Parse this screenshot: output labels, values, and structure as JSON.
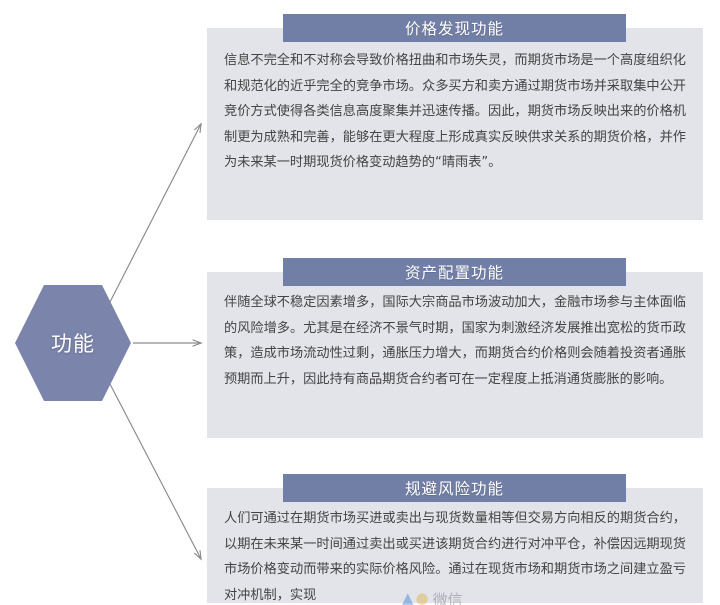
{
  "diagram": {
    "root": {
      "label": "功能",
      "shape": "hexagon",
      "fill": "#7b84ab",
      "text_color": "#ffffff"
    },
    "colors": {
      "header_bar": "#717ea6",
      "card_background": "#e3e4e9",
      "body_text": "#444444",
      "connector": "#8a8a8a",
      "page_background": "#ffffff"
    },
    "connectors": [
      {
        "name": "arrow-to-price-discovery",
        "from": "功能",
        "to": "价格发现功能",
        "direction": "up-right"
      },
      {
        "name": "arrow-to-asset-allocation",
        "from": "功能",
        "to": "资产配置功能",
        "direction": "right"
      },
      {
        "name": "arrow-to-risk-avoidance",
        "from": "功能",
        "to": "规避风险功能",
        "direction": "down-right"
      }
    ],
    "cards": [
      {
        "id": "price-discovery",
        "title": "价格发现功能",
        "text": "信息不完全和不对称会导致价格扭曲和市场失灵，而期货市场是一个高度组织化和规范化的近乎完全的竞争市场。众多买方和卖方通过期货市场并采取集中公开竞价方式使得各类信息高度聚集并迅速传播。因此，期货市场反映出来的价格机制更为成熟和完善，能够在更大程度上形成真实反映供求关系的期货价格，并作为未来某一时期现货价格变动趋势的“晴雨表”。"
      },
      {
        "id": "asset-allocation",
        "title": "资产配置功能",
        "text": "伴随全球不稳定因素增多，国际大宗商品市场波动加大，金融市场参与主体面临的风险增多。尤其是在经济不景气时期，国家为刺激经济发展推出宽松的货币政策，造成市场流动性过剩，通胀压力增大，而期货合约价格则会随着投资者通胀预期而上升，因此持有商品期货合约者可在一定程度上抵消通货膨胀的影响。"
      },
      {
        "id": "risk-avoidance",
        "title": "规避风险功能",
        "text": "人们可通过在期货市场买进或卖出与现货数量相等但交易方向相反的期货合约，以期在未来某一时间通过卖出或买进该期货合约进行对冲平仓，补偿因远期现货市场价格变动而带来的实际价格风险。通过在现货市场和期货市场之间建立盈亏对冲机制，实现"
      }
    ]
  },
  "watermark": {
    "mark1": "▲",
    "mark2": "●",
    "text": "微信"
  }
}
